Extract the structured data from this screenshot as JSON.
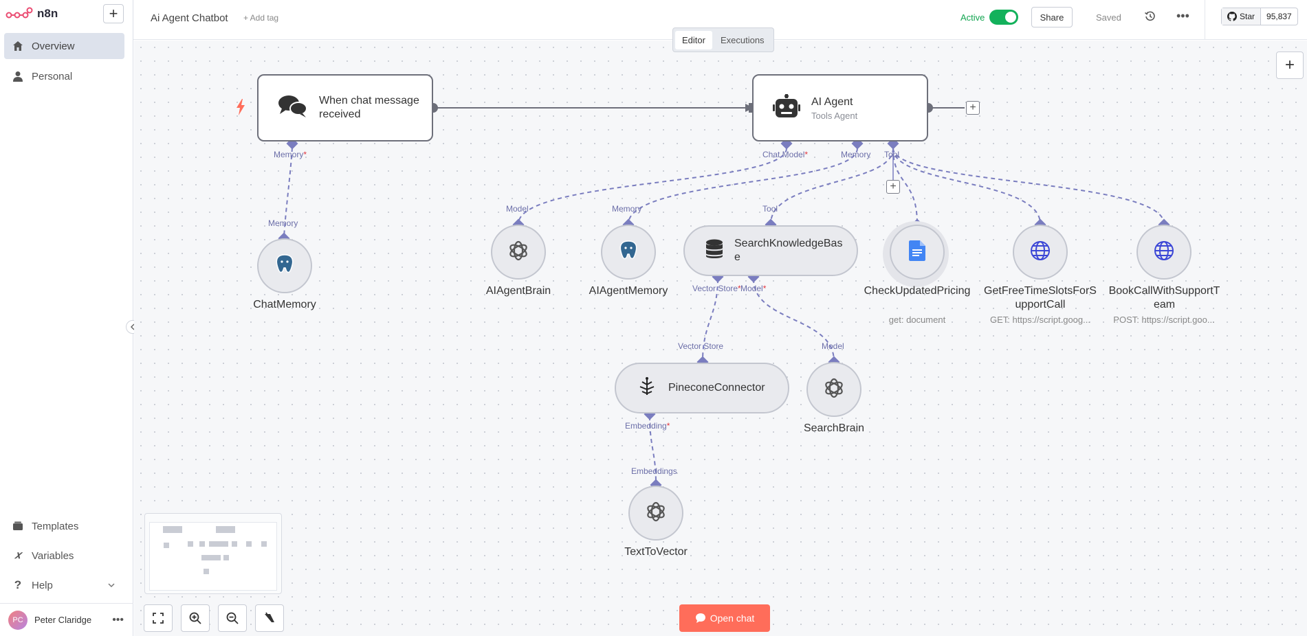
{
  "app": {
    "name": "n8n"
  },
  "sidebar": {
    "items": [
      {
        "label": "Overview"
      },
      {
        "label": "Personal"
      },
      {
        "label": "Templates"
      },
      {
        "label": "Variables"
      },
      {
        "label": "Help"
      }
    ],
    "user": {
      "initials": "PC",
      "name": "Peter Claridge"
    }
  },
  "header": {
    "title": "Ai Agent Chatbot",
    "add_tag": "+ Add tag",
    "active_label": "Active",
    "active": true,
    "share_label": "Share",
    "saved_label": "Saved",
    "github_star": "Star",
    "github_count": "95,837"
  },
  "tabs": [
    {
      "label": "Editor",
      "selected": true
    },
    {
      "label": "Executions",
      "selected": false
    }
  ],
  "nodes": {
    "trigger": {
      "title": "When chat message received"
    },
    "agent": {
      "title": "AI Agent",
      "subtitle": "Tools Agent"
    },
    "chat_memory": {
      "label": "ChatMemory"
    },
    "agent_brain": {
      "label": "AIAgentBrain"
    },
    "agent_memory": {
      "label": "AIAgentMemory"
    },
    "search_kb": {
      "title": "SearchKnowledgeBase"
    },
    "check_pricing": {
      "label": "CheckUpdatedPricing",
      "note": "get: document"
    },
    "get_slots": {
      "label": "GetFreeTimeSlotsForSupportCall",
      "note": "GET: https://script.goog..."
    },
    "book_call": {
      "label": "BookCallWithSupportTeam",
      "note": "POST: https://script.goo..."
    },
    "pinecone": {
      "title": "PineconeConnector"
    },
    "search_brain": {
      "label": "SearchBrain"
    },
    "text_to_vector": {
      "label": "TextToVector"
    }
  },
  "ports": {
    "trigger_memory": "Memory",
    "chat_memory_in": "Memory",
    "chat_model": "Chat Model",
    "agent_memory": "Memory",
    "agent_tool": "Tool",
    "brain_model": "Model",
    "memory_memory": "Memory",
    "kb_tool": "Tool",
    "kb_vector_store": "Vector Store",
    "kb_model": "Model",
    "pinecone_vector_store": "Vector Store",
    "search_brain_model": "Model",
    "pinecone_embedding": "Embedding",
    "ttv_embeddings": "Embeddings"
  },
  "required_mark": "*",
  "open_chat_label": "Open chat",
  "colors": {
    "accent": "#ff6d5a",
    "active": "#13b15b",
    "edge": "#7a7dbf"
  }
}
